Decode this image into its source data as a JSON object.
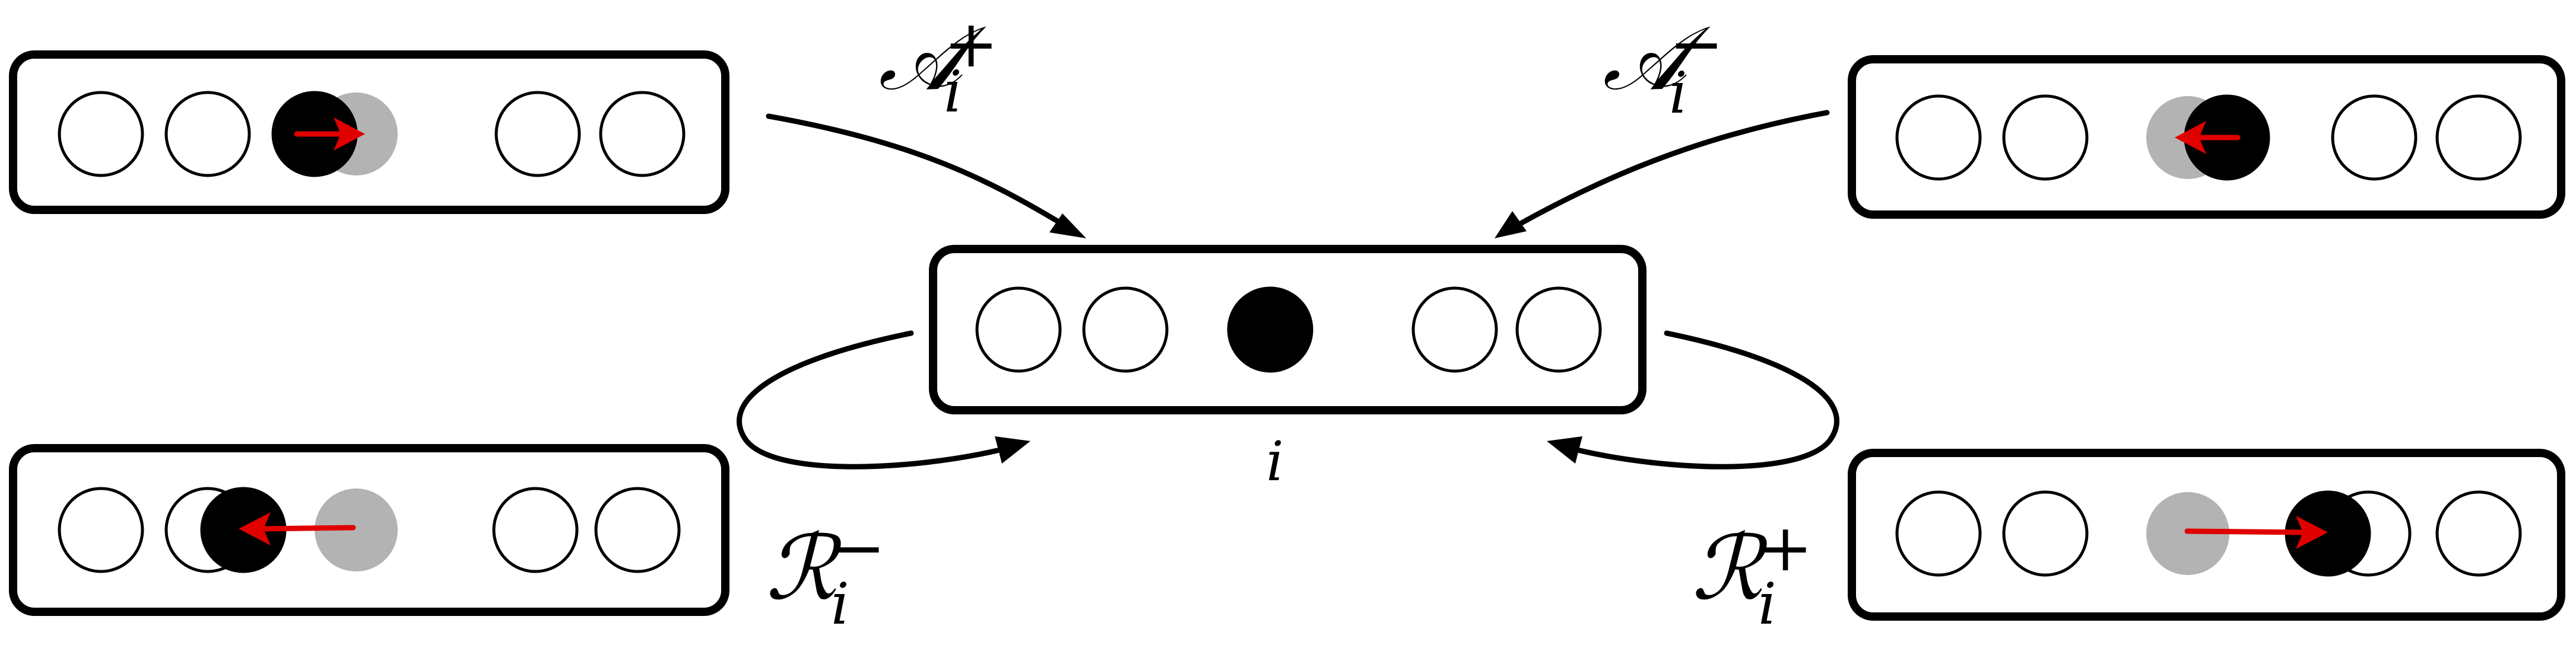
{
  "center": {
    "label": "i"
  },
  "moves": [
    {
      "id": "add-plus",
      "symbol": "𝒜",
      "sub": "i",
      "sup": "+"
    },
    {
      "id": "add-minus",
      "symbol": "𝒜",
      "sub": "i",
      "sup": "−"
    },
    {
      "id": "remove-minus",
      "symbol": "ℛ",
      "sub": "i",
      "sup": "−"
    },
    {
      "id": "remove-plus",
      "symbol": "ℛ",
      "sub": "i",
      "sup": "+"
    }
  ]
}
